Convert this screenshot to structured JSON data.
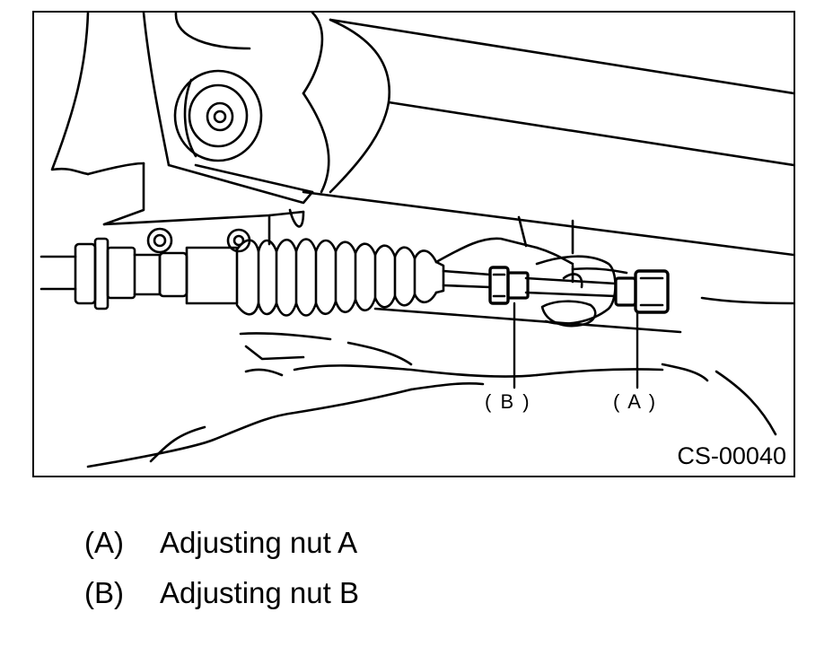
{
  "figure": {
    "code": "CS-00040",
    "callouts": {
      "b": "( B )",
      "a": "( A )"
    }
  },
  "legend": [
    {
      "key": "(A)",
      "text": "Adjusting nut A"
    },
    {
      "key": "(B)",
      "text": "Adjusting nut B"
    }
  ],
  "colors": {
    "ink": "#000000",
    "paper": "#ffffff"
  }
}
